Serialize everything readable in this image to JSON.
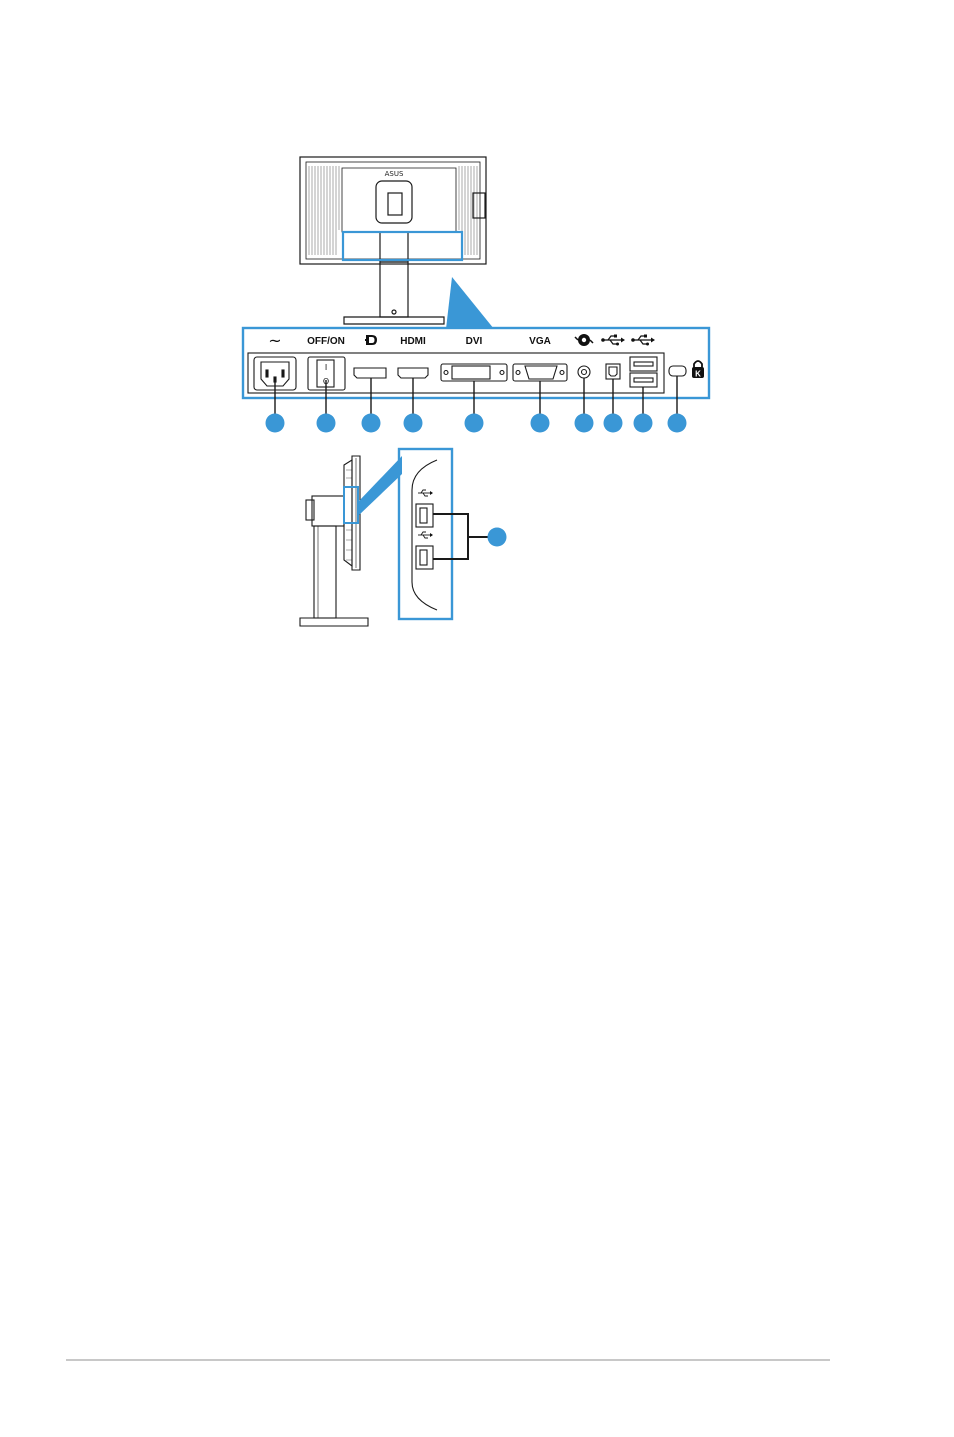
{
  "colors": {
    "accent": "#3a97d6",
    "line": "#1a1a1a",
    "footer_rule": "#c8c8c8"
  },
  "monitor_back": {
    "logo": "ASUS"
  },
  "panel": {
    "labels": {
      "ac": "~",
      "power": "OFF/ON",
      "displayport_icon": "displayport-icon",
      "hdmi": "HDMI",
      "dvi": "DVI",
      "vga": "VGA",
      "audio_icon": "audio-in-icon",
      "usb_up_icon": "usb-icon",
      "usb_down_icon": "usb-icon",
      "lock_icon": "kensington-lock-icon",
      "switch_on": "I",
      "switch_off": "O",
      "lock_letter": "K"
    },
    "callouts": 10
  },
  "side_detail": {
    "usb_ports": 2,
    "callouts": 1
  }
}
